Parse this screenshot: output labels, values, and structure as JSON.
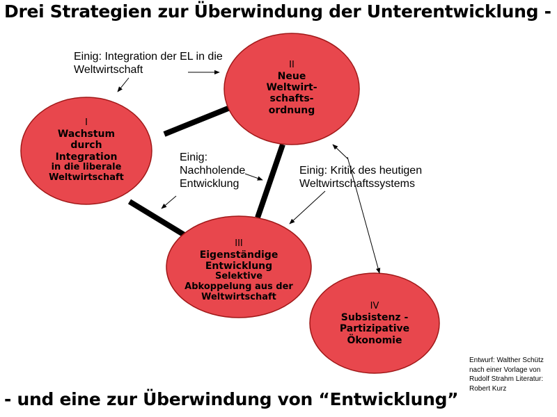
{
  "title": "Drei Strategien zur Überwindung der Unterentwicklung -",
  "subtitle": "- und eine zur Überwindung von “Entwicklung”",
  "nodes": {
    "n1": {
      "num": "I",
      "main": "Wachstum durch Integration",
      "sub": "in die liberale Weltwirtschaft"
    },
    "n2": {
      "num": "II",
      "main": "Neue Weltwirt-schafts-ordnung",
      "sub": ""
    },
    "n3": {
      "num": "III",
      "main": "Eigenständige Entwicklung",
      "sub": "Selektive Abkoppelung aus der Weltwirtschaft"
    },
    "n4": {
      "num": "IV",
      "main": "Subsistenz - Partizipative Ökonomie",
      "sub": ""
    }
  },
  "labels": {
    "integration": "Einig: Integration der EL in die Weltwirtschaft",
    "nachholende": "Einig: Nachholende Entwicklung",
    "kritik": "Einig: Kritik des heutigen Weltwirtschaftssystems"
  },
  "credit": "Entwurf: Walther Schütz nach einer Vorlage von Rudolf Strahm Literatur: Robert Kurz",
  "colors": {
    "node_fill": "#e8474d",
    "node_stroke": "#a01818"
  }
}
